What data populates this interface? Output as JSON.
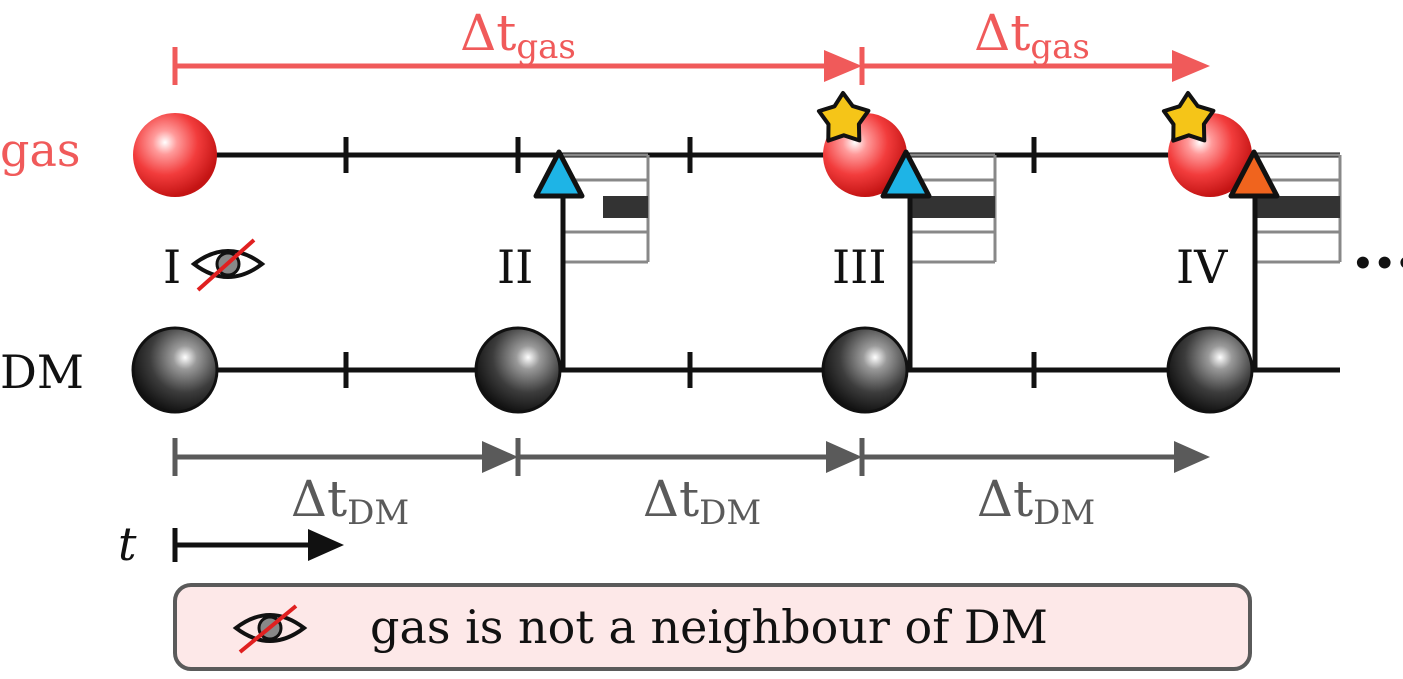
{
  "rows": {
    "gas_label": "gas",
    "dm_label": "DM"
  },
  "gas_intervals": [
    {
      "symbol": "Δt",
      "subscript": "gas"
    },
    {
      "symbol": "Δt",
      "subscript": "gas"
    }
  ],
  "dm_intervals": [
    {
      "symbol": "Δt",
      "subscript": "DM"
    },
    {
      "symbol": "Δt",
      "subscript": "DM"
    },
    {
      "symbol": "Δt",
      "subscript": "DM"
    }
  ],
  "steps": [
    "I",
    "II",
    "III",
    "IV"
  ],
  "time_axis_label": "t",
  "ellipsis": "•••",
  "legend": {
    "text": "gas is not a neighbour of DM",
    "icon": "crossed-eye-icon"
  },
  "markers": {
    "triangle_colors": [
      "#1eb4e6",
      "#1eb4e6",
      "#f0641e"
    ],
    "star_color": "#f5c518"
  },
  "colors": {
    "gas": "#f05a5a",
    "dm_interval": "#5a5a5a",
    "legend_bg": "#fde8e8"
  }
}
